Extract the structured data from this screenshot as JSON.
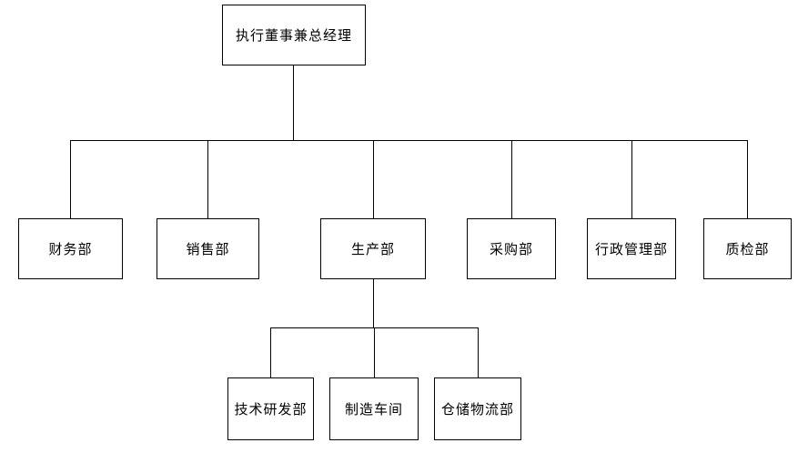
{
  "diagram": {
    "type": "org-chart",
    "root": {
      "id": "root",
      "label": "执行董事兼总经理"
    },
    "departments": [
      {
        "id": "finance",
        "label": "财务部"
      },
      {
        "id": "sales",
        "label": "销售部"
      },
      {
        "id": "production",
        "label": "生产部"
      },
      {
        "id": "purchasing",
        "label": "采购部"
      },
      {
        "id": "admin",
        "label": "行政管理部"
      },
      {
        "id": "quality",
        "label": "质检部"
      }
    ],
    "production_children": [
      {
        "id": "rnd",
        "label": "技术研发部",
        "parent": "生产部"
      },
      {
        "id": "workshop",
        "label": "制造车间",
        "parent": "生产部"
      },
      {
        "id": "logistics",
        "label": "仓储物流部",
        "parent": "生产部"
      }
    ]
  },
  "colors": {
    "background": "#ffffff",
    "line": "#000000",
    "box_border": "#000000",
    "text": "#000000"
  }
}
